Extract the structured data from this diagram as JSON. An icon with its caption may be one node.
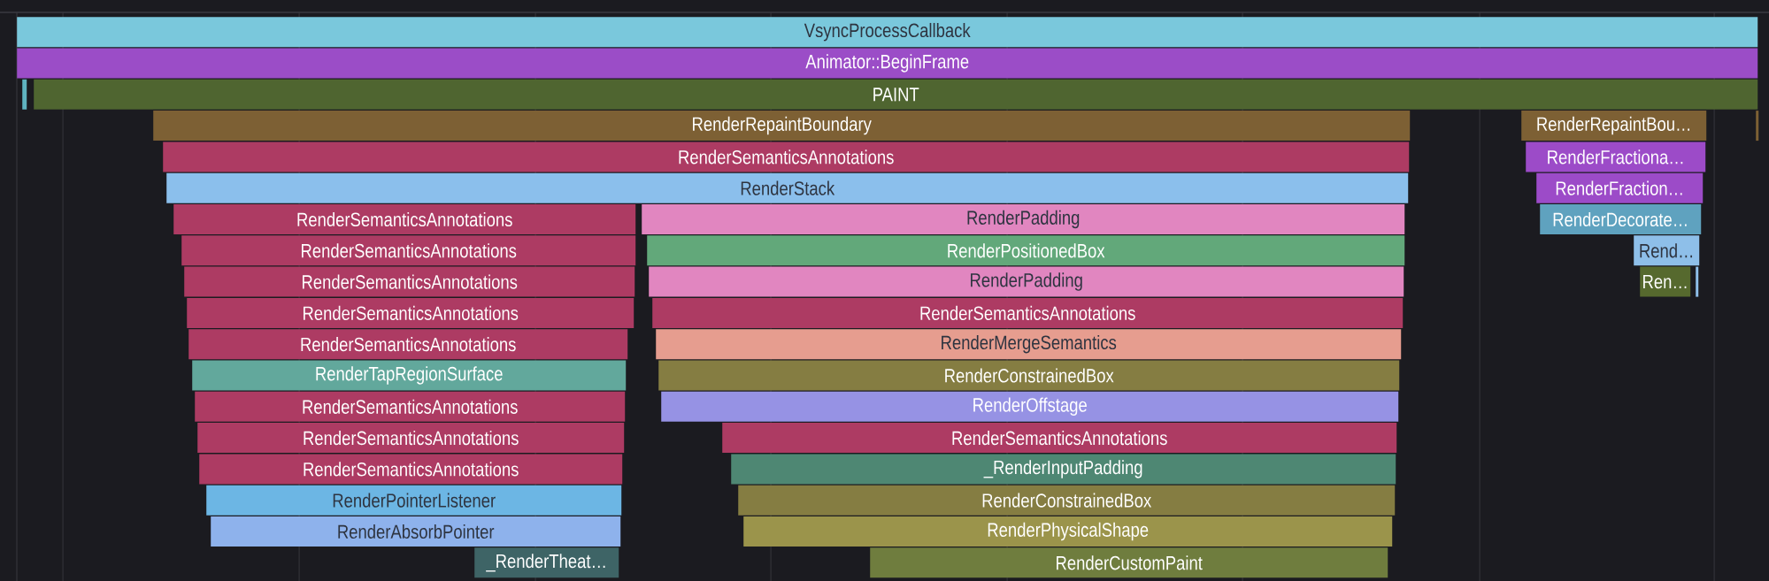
{
  "diagram": {
    "nodes": [
      {
        "text": [
          "VsyncProcessCallback"
        ]
      },
      {
        "text": [
          "Animator::BeginFrame"
        ]
      },
      {
        "text": [],
        "shape": "bar"
      },
      {
        "text": [
          "PAINT"
        ]
      },
      {
        "text": [
          "RenderRepaintBoundary"
        ]
      },
      {
        "text": [
          "RenderRepaintBou…"
        ]
      },
      {
        "text": [],
        "shape": "bar"
      },
      {
        "text": [
          "RenderSemanticsAnnotations"
        ]
      },
      {
        "text": [
          "RenderFractiona…"
        ]
      },
      {
        "text": [
          "RenderStack"
        ]
      },
      {
        "text": [
          "RenderFraction…"
        ]
      },
      {
        "text": [
          "RenderSemanticsAnnotations"
        ]
      },
      {
        "text": [
          "RenderPadding"
        ]
      },
      {
        "text": [
          "RenderDecorate…"
        ]
      },
      {
        "text": [
          "RenderSemanticsAnnotations"
        ]
      },
      {
        "text": [
          "RenderPositionedBox"
        ]
      },
      {
        "text": [
          "Rend…"
        ]
      },
      {
        "text": [
          "RenderSemanticsAnnotations"
        ]
      },
      {
        "text": [
          "RenderPadding"
        ]
      },
      {
        "text": [
          "Ren…"
        ]
      },
      {
        "text": [],
        "shape": "bar"
      },
      {
        "text": [
          "RenderSemanticsAnnotations"
        ]
      },
      {
        "text": [
          "RenderSemanticsAnnotations"
        ]
      },
      {
        "text": [
          "RenderSemanticsAnnotations"
        ]
      },
      {
        "text": [
          "RenderMergeSemantics"
        ]
      },
      {
        "text": [
          "RenderTapRegionSurface"
        ]
      },
      {
        "text": [
          "RenderConstrainedBox"
        ]
      },
      {
        "text": [
          "RenderSemanticsAnnotations"
        ]
      },
      {
        "text": [
          "RenderOffstage"
        ]
      },
      {
        "text": [
          "RenderSemanticsAnnotations"
        ]
      },
      {
        "text": [
          "RenderSemanticsAnnotations"
        ]
      },
      {
        "text": [
          "RenderSemanticsAnnotations"
        ]
      },
      {
        "text": [
          "_RenderInputPadding"
        ]
      },
      {
        "text": [
          "RenderPointerListener"
        ]
      },
      {
        "text": [
          "RenderConstrainedBox"
        ]
      },
      {
        "text": [
          "RenderAbsorbPointer"
        ]
      },
      {
        "text": [
          "RenderPhysicalShape"
        ]
      },
      {
        "text": [
          "_RenderTheat…"
        ]
      },
      {
        "text": [
          "RenderCustomPaint"
        ]
      }
    ]
  }
}
